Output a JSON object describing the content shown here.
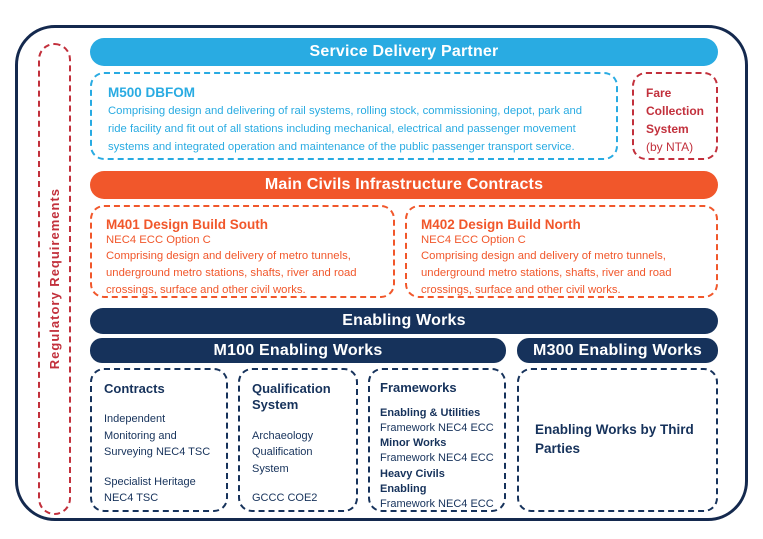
{
  "colors": {
    "cyan": "#29ABE2",
    "orange": "#F1572B",
    "navy": "#16325B",
    "red": "#C2303C"
  },
  "regulatory_strip": {
    "label": "Regulatory Requirements"
  },
  "service_delivery": {
    "header": "Service Delivery Partner",
    "m500": {
      "title": "M500 DBFOM",
      "description": "Comprising design and delivering of rail systems, rolling stock, commissioning, depot, park and ride facility and fit out of all stations including mechanical, electrical and passenger movement systems and integrated operation and maintenance of the public passenger transport service."
    },
    "fare_collection": {
      "title": "Fare Collection System",
      "subtitle": "(by NTA)"
    }
  },
  "main_civils": {
    "header": "Main Civils Infrastructure Contracts",
    "contracts": [
      {
        "title": "M401 Design Build South",
        "subtitle": "NEC4 ECC Option C",
        "description": "Comprising design and delivery of metro tunnels, underground metro stations, shafts, river and road crossings, surface and other civil works."
      },
      {
        "title": "M402 Design Build North",
        "subtitle": "NEC4 ECC Option C",
        "description": "Comprising design and delivery of metro tunnels, underground metro stations, shafts, river and road crossings, surface and other civil works."
      }
    ]
  },
  "enabling_works": {
    "header": "Enabling Works",
    "m100_header": "M100 Enabling Works",
    "m300_header": "M300 Enabling Works",
    "contracts_box": {
      "heading": "Contracts",
      "items": [
        "Independent Monitoring and Surveying NEC4 TSC",
        "Specialist Heritage NEC4 TSC"
      ]
    },
    "qualification_box": {
      "heading": "Qualification System",
      "items": [
        "Archaeology Qualification System",
        "GCCC COE2"
      ]
    },
    "frameworks_box": {
      "heading": "Frameworks",
      "items": [
        {
          "name": "Enabling & Utilities",
          "detail": "Framework NEC4 ECC"
        },
        {
          "name": "Minor Works",
          "detail": "Framework NEC4 ECC"
        },
        {
          "name": "Heavy Civils Enabling",
          "detail": "Framework NEC4 ECC"
        }
      ]
    },
    "third_parties_box": {
      "label": "Enabling Works by Third Parties"
    }
  }
}
